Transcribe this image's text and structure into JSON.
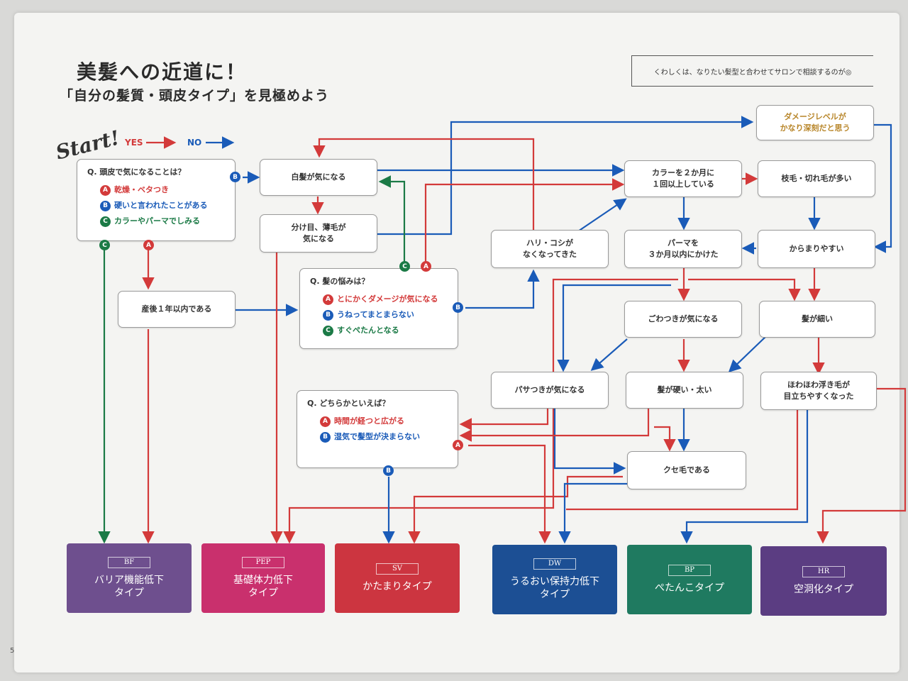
{
  "header": {
    "title_line1": "美髪への近道に！",
    "title_line2": "「自分の髪質・頭皮タイプ」を見極めよう",
    "note": "くわしくは、なりたい髪型と合わせてサロンで相談するのが◎",
    "start": "Start!",
    "legend_yes": "YES",
    "legend_no": "NO"
  },
  "questions": {
    "q1": {
      "title": "Q. 頭皮で気になることは？",
      "a": "乾燥・ベタつき",
      "b": "硬いと言われたことがある",
      "c": "カラーやパーマでしみる"
    },
    "q2": {
      "title": "Q. 髪の悩みは？",
      "a": "とにかくダメージが気になる",
      "b": "うねってまとまらない",
      "c": "すぐぺたんとなる"
    },
    "q3": {
      "title": "Q. どちらかといえば？",
      "a": "時間が経つと広がる",
      "b": "湿気で髪型が決まらない"
    }
  },
  "badges": {
    "a": "A",
    "b": "B",
    "c": "C"
  },
  "nodes": {
    "shiraga": "白髪が気になる",
    "wakeme": "分け目、薄毛が\n気になる",
    "sango": "産後１年以内である",
    "hari": "ハリ・コシが\nなくなってきた",
    "color": "カラーを２か月に\n１回以上している",
    "edage": "枝毛・切れ毛が多い",
    "damage": "ダメージレベルが\nかなり深刻だと思う",
    "perm": "パーマを\n３か月以内にかけた",
    "karamari": "からまりやすい",
    "gowatsuki": "ごわつきが気になる",
    "hosoi": "髪が細い",
    "pasatsuki": "パサつきが気になる",
    "katai": "髪が硬い・太い",
    "fuwafuwa": "ほわほわ浮き毛が\n目立ちやすくなった",
    "kuse": "クセ毛である"
  },
  "results": [
    {
      "code": "BF",
      "label": "バリア機能低下\nタイプ",
      "color": "#6e4f8e"
    },
    {
      "code": "PEP",
      "label": "基礎体力低下\nタイプ",
      "color": "#c9306d"
    },
    {
      "code": "SV",
      "label": "かたまりタイプ",
      "color": "#cc3540"
    },
    {
      "code": "DW",
      "label": "うるおい保持力低下\nタイプ",
      "color": "#1c4f94"
    },
    {
      "code": "BP",
      "label": "ぺたんこタイプ",
      "color": "#1f7a60"
    },
    {
      "code": "HR",
      "label": "空洞化タイプ",
      "color": "#5b3d82"
    }
  ],
  "colors": {
    "yes": "#d33a3a",
    "no": "#1a5bb8",
    "c_path": "#1b7a46"
  },
  "page_number": "5"
}
